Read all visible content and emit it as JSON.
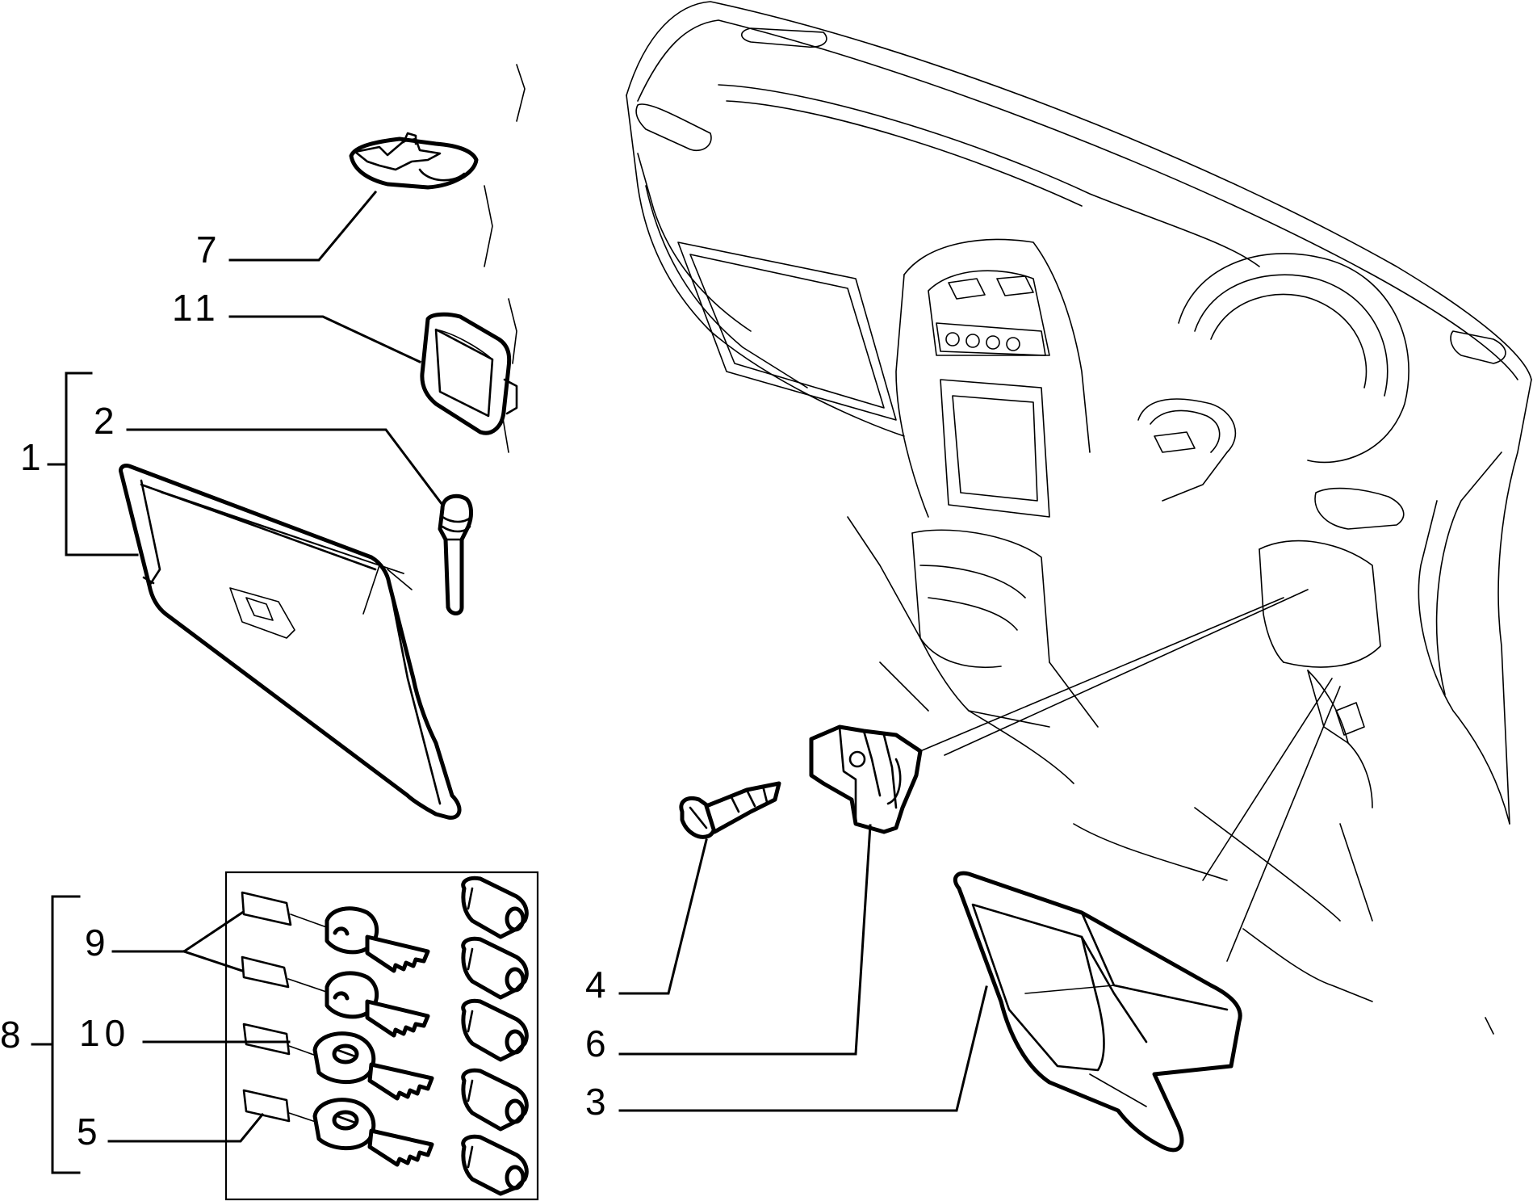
{
  "callouts": {
    "c1": "1",
    "c2": "2",
    "c3": "3",
    "c4": "4",
    "c5": "5",
    "c6": "6",
    "c7": "7",
    "c8": "8",
    "c9": "9",
    "c10": "10",
    "c11": "11"
  },
  "parts": [
    {
      "ref": "1",
      "icon": "glove-box-lid-icon"
    },
    {
      "ref": "2",
      "icon": "stop-pin-icon"
    },
    {
      "ref": "3",
      "icon": "glove-box-tray-icon"
    },
    {
      "ref": "4",
      "icon": "screw-icon"
    },
    {
      "ref": "5",
      "icon": "key-icon"
    },
    {
      "ref": "6",
      "icon": "latch-bracket-icon"
    },
    {
      "ref": "7",
      "icon": "lock-clip-icon"
    },
    {
      "ref": "8",
      "icon": "lock-set-icon"
    },
    {
      "ref": "9",
      "icon": "key-icon"
    },
    {
      "ref": "10",
      "icon": "key-icon"
    },
    {
      "ref": "11",
      "icon": "cover-plate-icon"
    }
  ]
}
